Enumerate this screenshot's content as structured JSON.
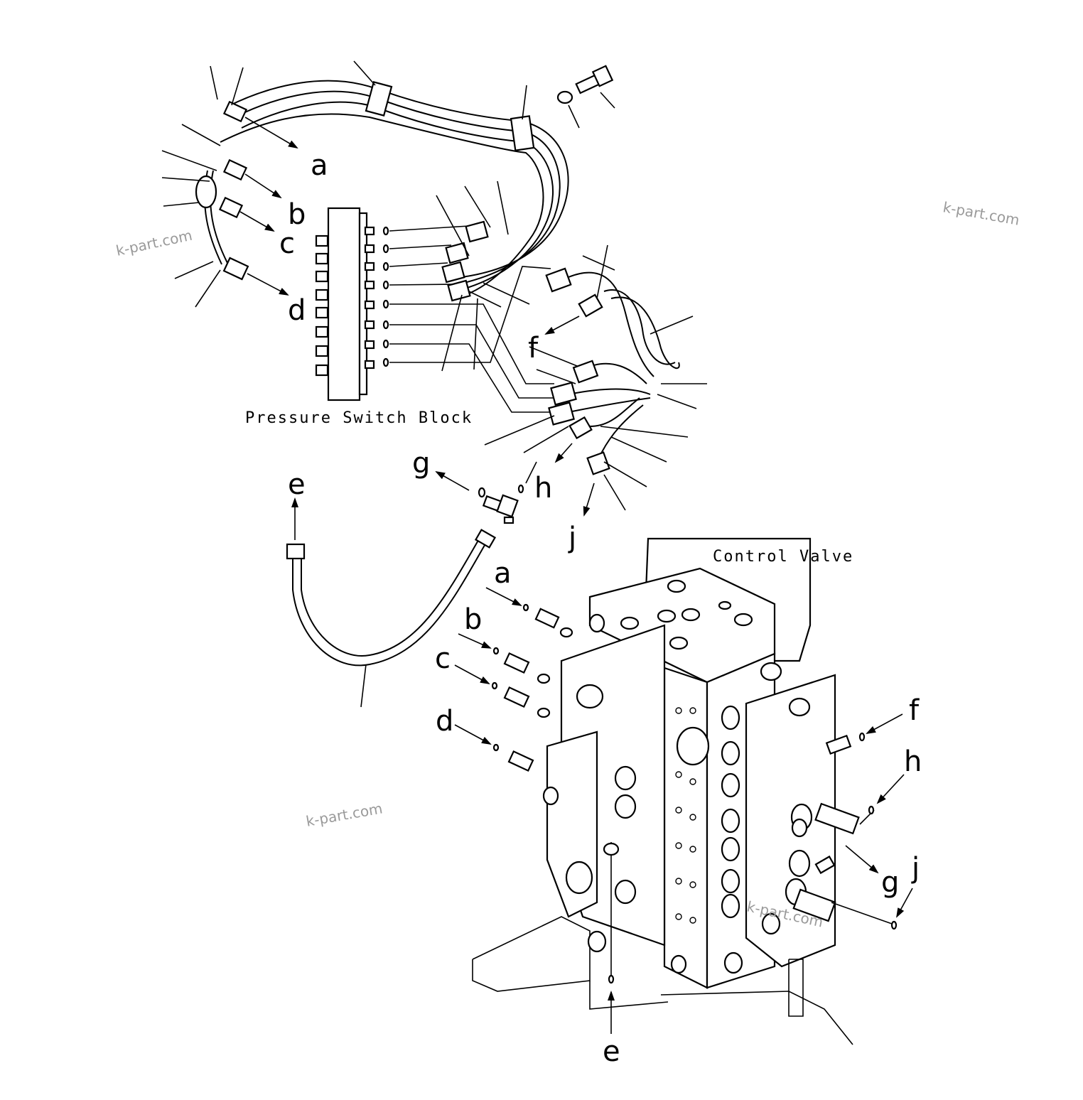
{
  "captions": {
    "pressure_switch_block": "Pressure Switch Block",
    "control_valve": "Control Valve"
  },
  "upper_labels": {
    "a": "a",
    "b": "b",
    "c": "c",
    "d": "d",
    "e": "e",
    "f": "f",
    "g": "g",
    "h": "h",
    "j": "j"
  },
  "lower_labels": {
    "a": "a",
    "b": "b",
    "c": "c",
    "d": "d",
    "e": "e",
    "f": "f",
    "g": "g",
    "h": "h",
    "j": "j"
  },
  "watermarks": [
    "k-part.com",
    "k-part.com",
    "k-part.com",
    "k-part.com"
  ]
}
